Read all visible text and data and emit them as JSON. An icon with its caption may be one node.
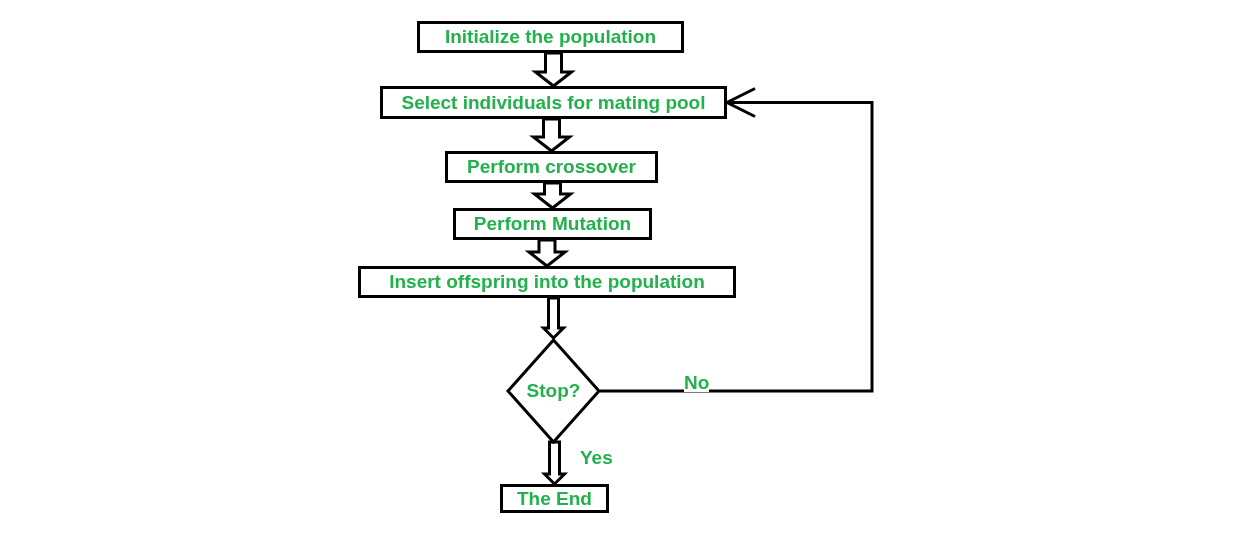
{
  "diagram": {
    "nodes": [
      {
        "text": [
          "Initialize the population"
        ]
      },
      {
        "text": [
          "Select individuals for mating pool"
        ]
      },
      {
        "text": [
          "Perform crossover"
        ]
      },
      {
        "text": [
          "Perform Mutation"
        ]
      },
      {
        "text": [
          "Insert offspring into the population"
        ]
      },
      {
        "text": [
          "Stop?"
        ]
      },
      {
        "text": [
          "The End"
        ]
      }
    ],
    "edges": [
      {
        "from": 0,
        "to": 1,
        "arrow": "to"
      },
      {
        "from": 1,
        "to": 2,
        "arrow": "to"
      },
      {
        "from": 2,
        "to": 3,
        "arrow": "to"
      },
      {
        "from": 3,
        "to": 4,
        "arrow": "to"
      },
      {
        "from": 4,
        "to": 5,
        "arrow": "to"
      },
      {
        "from": 5,
        "to": 6,
        "arrow": "to",
        "label": "Yes"
      },
      {
        "from": 5,
        "to": 1,
        "arrow": "to",
        "label": "No"
      }
    ]
  }
}
